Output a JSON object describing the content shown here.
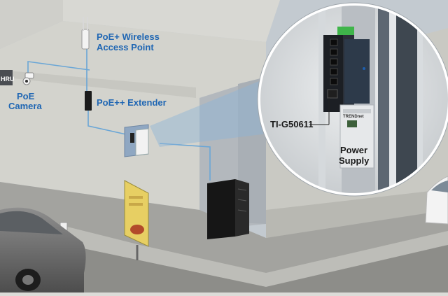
{
  "sign": {
    "drive_thru_partial": "HRU"
  },
  "labels": {
    "wireless_ap_line1": "PoE+ Wireless",
    "wireless_ap_line2": "Access Point",
    "camera_line1": "PoE",
    "camera_line2": "Camera",
    "extender": "PoE++ Extender",
    "switch_model": "TI-G50611",
    "power_line1": "Power",
    "power_line2": "Supply"
  },
  "brand": {
    "switch_brand": "TRENDnet"
  },
  "colors": {
    "label_blue": "#1f66b3",
    "cable_blue": "#6aa6d6",
    "sky": "#b9c3cc",
    "wall_light": "#d4d4ce",
    "wall_shade": "#bebeb8",
    "road": "#8a8a86",
    "switch_body": "#1c1f24",
    "power_supply": "#e6e8ea",
    "terminal_green": "#3fb54a",
    "diode_blue": "#1e5fae"
  }
}
